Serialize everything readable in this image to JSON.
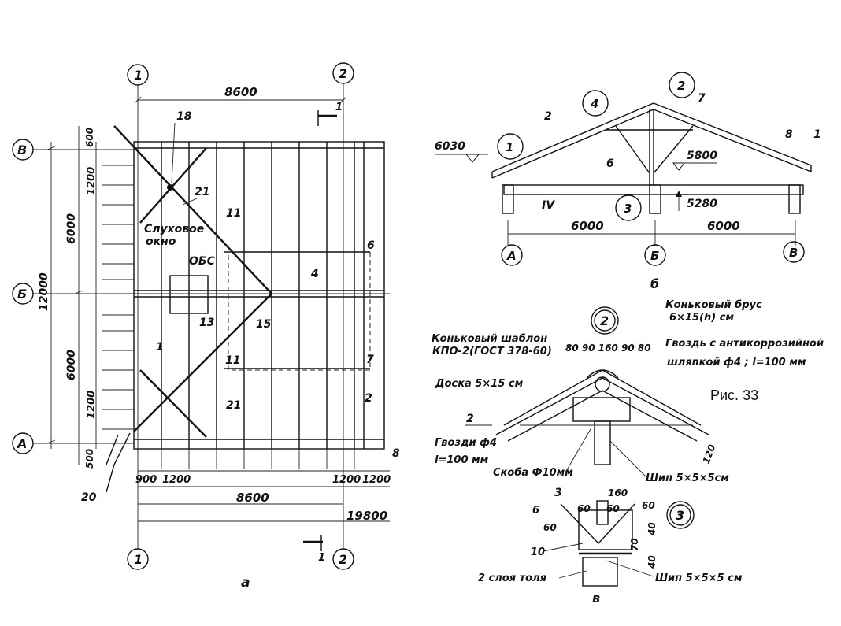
{
  "caption": "Рис. 33",
  "plan_a": {
    "axis_labels": [
      "1",
      "2",
      "1",
      "2",
      "В",
      "Б",
      "А"
    ],
    "dims": {
      "top_span": "8600",
      "bottom_span": "8600",
      "overall": "19800",
      "left_total": "12000",
      "left_upper": "6000",
      "left_lower": "6000",
      "left_top": "1200",
      "left_bottom": "1200",
      "edge_top": "600",
      "edge_bottom": "500",
      "bottom_900": "900",
      "bottom_1200a": "1200",
      "bottom_1200b": "1200",
      "bottom_1200c": "1200"
    },
    "callouts": [
      "18",
      "21",
      "11",
      "4",
      "6",
      "13",
      "15",
      "1",
      "11",
      "7",
      "21",
      "2",
      "20",
      "8",
      "1",
      "1"
    ],
    "window_label_1": "Слуховое",
    "window_label_2": "окно",
    "obs_label": "ОБС",
    "sublabel": "а"
  },
  "section_b": {
    "circles": [
      "4",
      "2",
      "1",
      "3"
    ],
    "callouts": [
      "2",
      "7",
      "6",
      "8",
      "1",
      "IV"
    ],
    "elev_1": "6030",
    "elev_2": "5800",
    "elev_3": "5280",
    "span_left": "6000",
    "span_right": "6000",
    "axes": [
      "А",
      "Б",
      "В"
    ],
    "sublabel": "б"
  },
  "detail_2": {
    "circle": "2",
    "ridge_beam_1": "Коньковый брус",
    "ridge_beam_2": "6×15(h) см",
    "template_1": "Коньковый шаблон",
    "template_2": "КПО-2(ГОСТ 378-60)",
    "nail_special_1": "Гвоздь с антикоррозийной",
    "nail_special_2": "шляпкой ф4 ; l=100 мм",
    "dims_top": "80 90 160 90 80",
    "board": "Доска 5×15 см",
    "num_2": "2",
    "nails_1": "Гвозди ф4",
    "nails_2": "l=100 мм",
    "bracket": "Скоба Ф10мм",
    "tenon": "Шип 5×5×5см",
    "dim_120": "120"
  },
  "detail_3": {
    "circle": "3",
    "num_3": "3",
    "num_6": "6",
    "num_60a": "60",
    "num_60b": "60",
    "num_60c": "60",
    "num_60d": "60",
    "num_160": "160",
    "num_10": "10",
    "num_40a": "40",
    "num_40b": "40",
    "num_70": "70",
    "roofing": "2 слоя толя",
    "tenon": "Шип 5×5×5 см",
    "sublabel": "в"
  }
}
